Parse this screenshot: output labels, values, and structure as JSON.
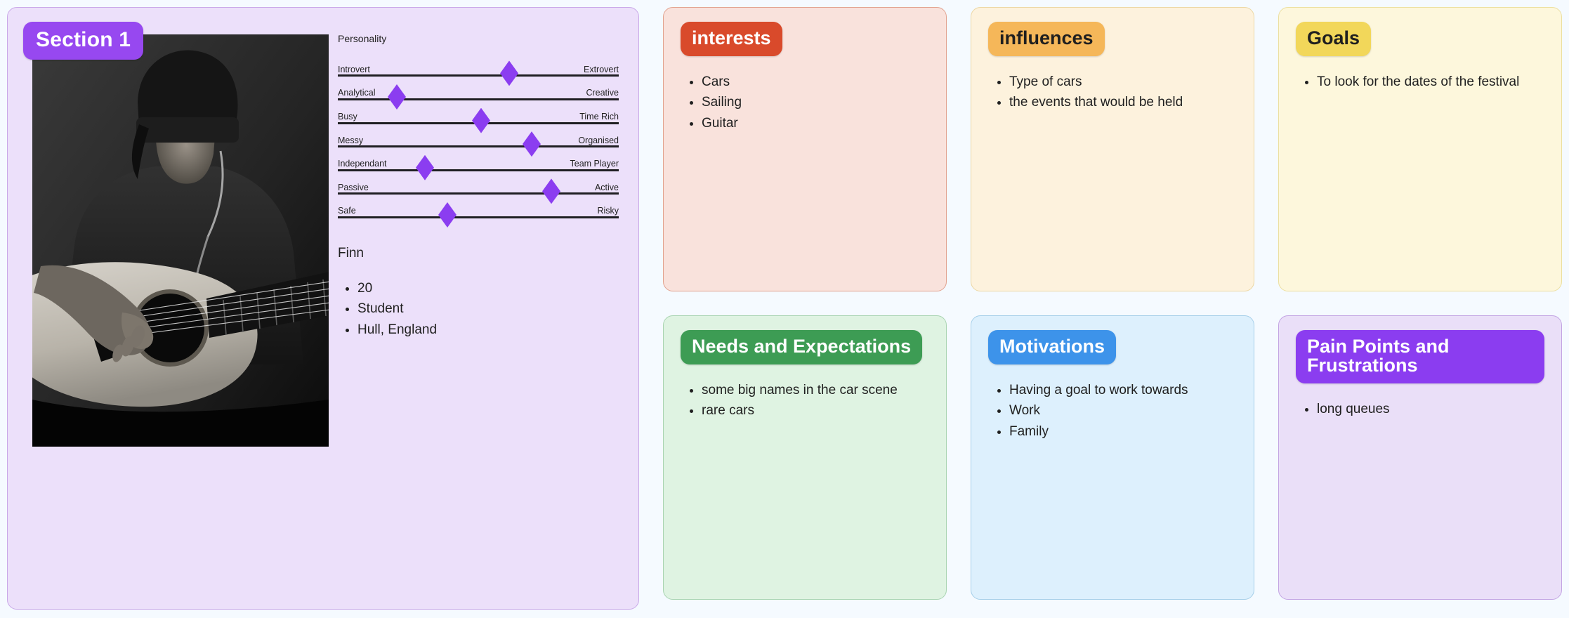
{
  "section": {
    "badge": "Section 1"
  },
  "persona": {
    "photo_alt": "black and white photo of a young man in a beanie playing an acoustic guitar",
    "personality_heading": "Personality",
    "name": "Finn",
    "facts": [
      "20",
      "Student",
      "Hull, England"
    ],
    "sliders": [
      {
        "left": "Introvert",
        "right": "Extrovert",
        "value": 61
      },
      {
        "left": "Analytical",
        "right": "Creative",
        "value": 21
      },
      {
        "left": "Busy",
        "right": "Time Rich",
        "value": 51
      },
      {
        "left": "Messy",
        "right": "Organised",
        "value": 69
      },
      {
        "left": "Independant",
        "right": "Team Player",
        "value": 31
      },
      {
        "left": "Passive",
        "right": "Active",
        "value": 76
      },
      {
        "left": "Safe",
        "right": "Risky",
        "value": 39
      }
    ]
  },
  "cards": [
    {
      "key": "interests",
      "title": "interests",
      "badge_bg": "#d94a2b",
      "badge_fg": "#ffffff",
      "card_bg": "#f9e2dc",
      "items": [
        "Cars",
        "Sailing",
        "Guitar"
      ]
    },
    {
      "key": "influences",
      "title": "influences",
      "badge_bg": "#f5b759",
      "badge_fg": "#1f1f1f",
      "card_bg": "#fdf2dd",
      "items": [
        "Type of cars",
        "the events that would be held"
      ]
    },
    {
      "key": "goals",
      "title": "Goals",
      "badge_bg": "#f2d75a",
      "badge_fg": "#1f1f1f",
      "card_bg": "#fdf7dc",
      "items": [
        "To look for the dates of the festival"
      ]
    },
    {
      "key": "needs",
      "title": "Needs and Expectations",
      "badge_bg": "#3d9c54",
      "badge_fg": "#ffffff",
      "card_bg": "#dff3e2",
      "items": [
        "some big names in the car scene",
        "rare cars"
      ]
    },
    {
      "key": "motivations",
      "title": "Motivations",
      "badge_bg": "#3d93ea",
      "badge_fg": "#ffffff",
      "card_bg": "#ddf0fd",
      "items": [
        "Having a goal to work towards",
        "Work",
        "Family"
      ]
    },
    {
      "key": "pain",
      "title": "Pain Points and Frustrations",
      "badge_bg": "#8b3df0",
      "badge_fg": "#ffffff",
      "card_bg": "#eadff8",
      "items": [
        "long queues"
      ]
    }
  ],
  "theme": {
    "page_bg": "#f5faff",
    "persona_bg": "#ece0fa",
    "accent_purple": "#8b3df0",
    "section_badge_bg": "#9748f0"
  }
}
